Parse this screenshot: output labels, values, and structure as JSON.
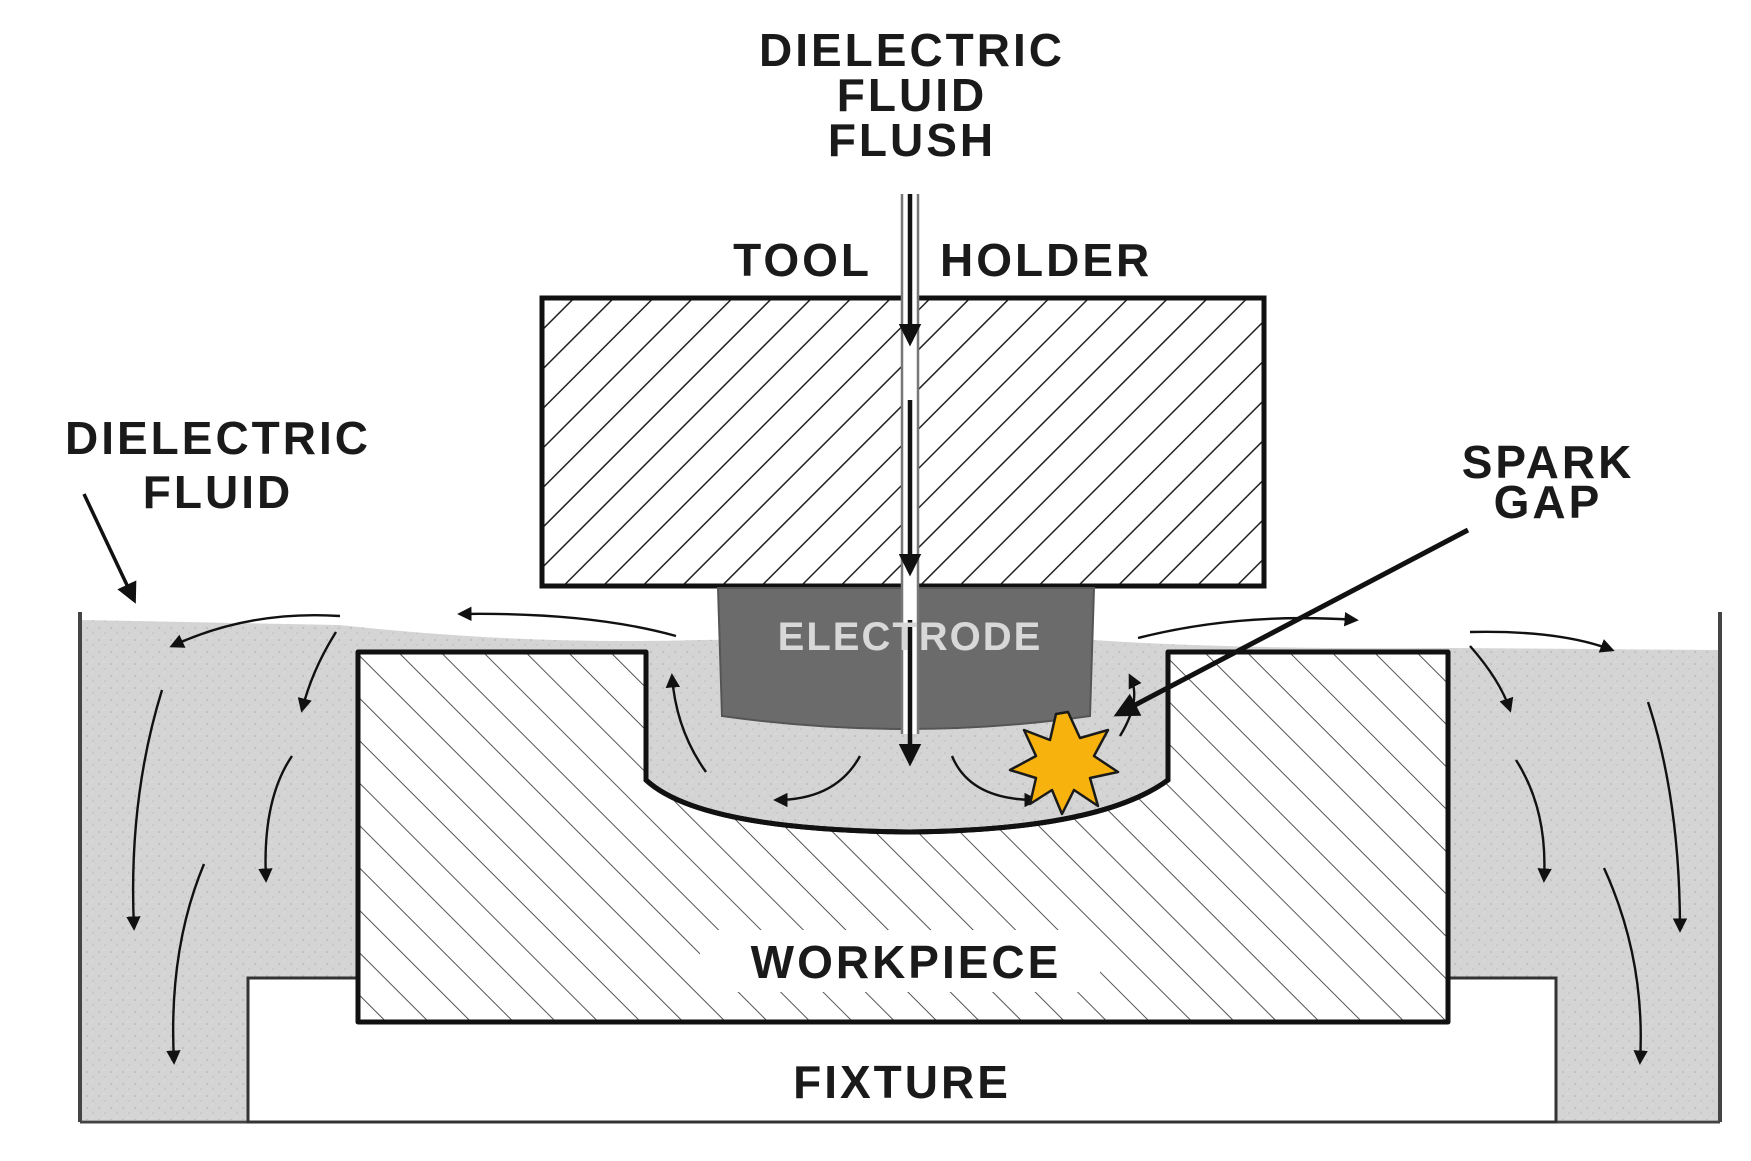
{
  "labels": {
    "flush_line1": "DIELECTRIC",
    "flush_line2": "FLUID",
    "flush_line3": "FLUSH",
    "tool_word": "TOOL",
    "holder_word": "HOLDER",
    "fluid_line1": "DIELECTRIC",
    "fluid_line2": "FLUID",
    "spark_line1": "SPARK",
    "spark_line2": "GAP",
    "electrode": "ELECTRODE",
    "workpiece": "WORKPIECE",
    "fixture": "FIXTURE"
  },
  "colors": {
    "fluid": "#d4d4d4",
    "electrode": "#6b6b6b",
    "spark_fill": "#f7b20e",
    "spark_stroke": "#1a1a1a",
    "outline": "#111111",
    "background": "#ffffff"
  }
}
